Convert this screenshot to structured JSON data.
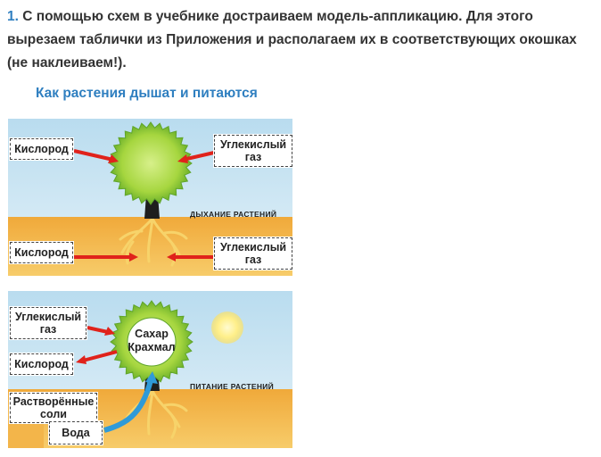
{
  "task": {
    "number": "1.",
    "text": "С помощью схем в учебнике достраиваем модель-аппликацию. Для этого вырезаем таблички из Приложения и располагаем их в соответствующих окошках (не наклеиваем!)."
  },
  "subtitle": "Как растения дышат и питаются",
  "diagram_respiration": {
    "caption": "ДЫХАНИЕ РАСТЕНИЙ",
    "label_top_left": "Кислород",
    "label_top_right_1": "Углекислый",
    "label_top_right_2": "газ",
    "label_bottom_left": "Кислород",
    "label_bottom_right_1": "Углекислый",
    "label_bottom_right_2": "газ"
  },
  "diagram_nutrition": {
    "caption": "ПИТАНИЕ РАСТЕНИЙ",
    "label_co2_1": "Углекислый",
    "label_co2_2": "газ",
    "label_oxygen": "Кислород",
    "label_salts_1": "Растворённые",
    "label_salts_2": "соли",
    "label_water": "Вода",
    "crown_text_1": "Сахар",
    "crown_text_2": "Крахмал"
  },
  "colors": {
    "sky": "#cfe6f3",
    "soil": "#f3b54a",
    "crown": "#9bd33c",
    "crown_dark": "#5fa52a",
    "trunk": "#1e1e1e",
    "roots": "#f7d36a",
    "arrow_red": "#e0221b",
    "arrow_blue": "#2f9ad8",
    "sun": "#ffe97a"
  }
}
